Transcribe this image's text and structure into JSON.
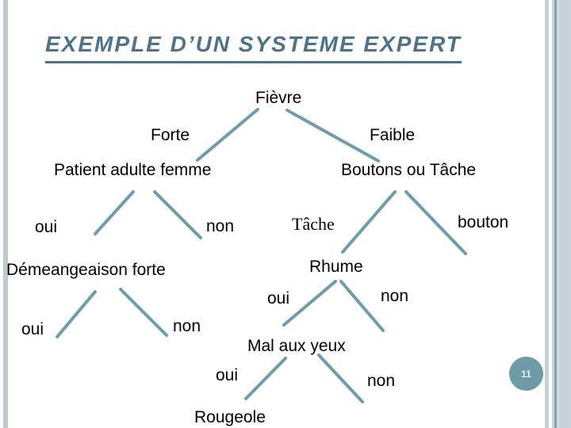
{
  "slide": {
    "title": "EXEMPLE D’UN SYSTEME EXPERT",
    "page_number": "11"
  },
  "tree": {
    "labels": {
      "fievre": "Fièvre",
      "forte": "Forte",
      "faible": "Faible",
      "patient": "Patient adulte femme",
      "boutons_ou_tache": "Boutons ou Tâche",
      "oui_patient": "oui",
      "non_patient": "non",
      "tache": "Tâche",
      "bouton": "bouton",
      "demeangeaison": "Démeangeaison forte",
      "rhume": "Rhume",
      "oui_demeangeaison": "oui",
      "non_demeangeaison": "non",
      "oui_rhume": "oui",
      "non_rhume": "non",
      "mal_aux_yeux": "Mal aux yeux",
      "oui_mal_aux_yeux": "oui",
      "non_mal_aux_yeux": "non",
      "rougeole": "Rougeole"
    }
  },
  "colors": {
    "title": "#4e7389",
    "tree_line": "#6d9cab",
    "badge_background": "#6f9aa8",
    "border_stripe": "#bccbd3"
  }
}
